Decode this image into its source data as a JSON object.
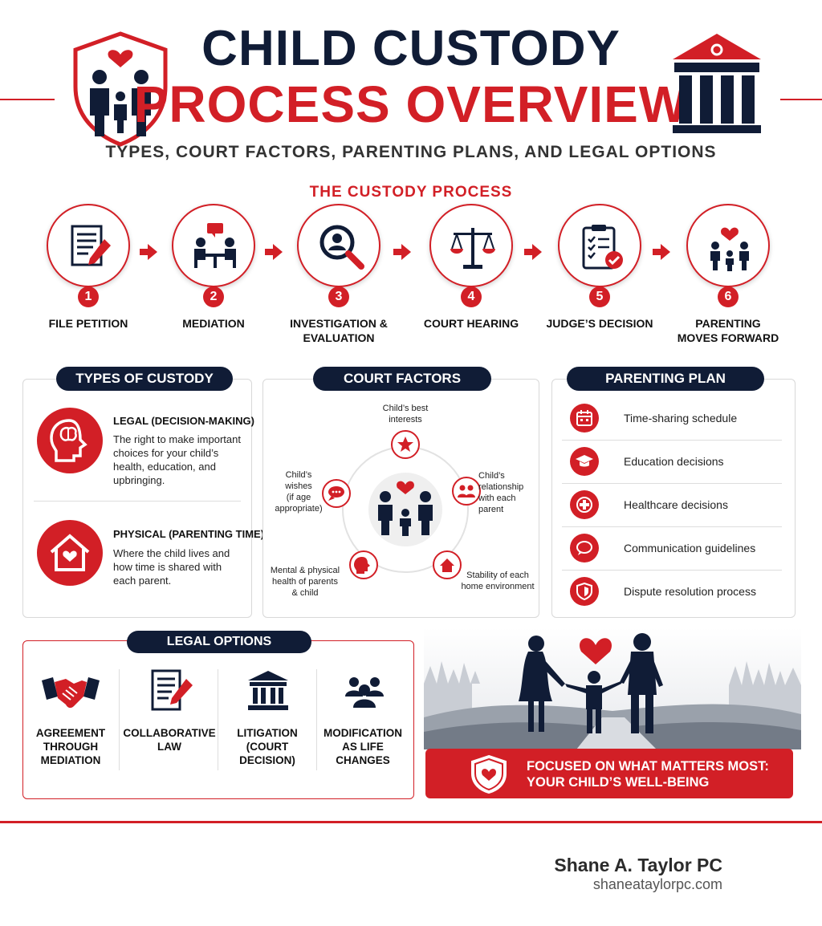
{
  "header": {
    "title_line1": "CHILD CUSTODY",
    "title_line2": "PROCESS OVERVIEW",
    "subtitle": "TYPES, COURT FACTORS, PARENTING PLANS, AND LEGAL OPTIONS",
    "shield_icon": "family-shield-icon",
    "courthouse_icon": "courthouse-icon"
  },
  "process": {
    "title": "THE CUSTODY PROCESS",
    "steps": [
      {
        "number": "1",
        "label_line1": "FILE PETITION",
        "label_line2": "",
        "icon": "document-pen-icon"
      },
      {
        "number": "2",
        "label_line1": "MEDIATION",
        "label_line2": "",
        "icon": "meeting-icon"
      },
      {
        "number": "3",
        "label_line1": "INVESTIGATION &",
        "label_line2": "EVALUATION",
        "icon": "magnifier-person-icon"
      },
      {
        "number": "4",
        "label_line1": "COURT HEARING",
        "label_line2": "",
        "icon": "scales-icon"
      },
      {
        "number": "5",
        "label_line1": "JUDGE’S DECISION",
        "label_line2": "",
        "icon": "clipboard-check-icon"
      },
      {
        "number": "6",
        "label_line1": "PARENTING",
        "label_line2": "MOVES FORWARD",
        "icon": "family-heart-icon"
      }
    ]
  },
  "types_of_custody": {
    "title": "TYPES OF CUSTODY",
    "items": [
      {
        "title": "LEGAL (DECISION-MAKING)",
        "text_lines": [
          "The right to make important",
          "choices for your child’s",
          "health, education, and",
          "upbringing."
        ],
        "icon": "brain-head-icon"
      },
      {
        "title": "PHYSICAL (PARENTING TIME)",
        "text_lines": [
          "Where the child lives and",
          "how time is shared with",
          "each parent."
        ],
        "icon": "house-heart-icon"
      }
    ]
  },
  "court_factors": {
    "title": "COURT FACTORS",
    "factors": [
      {
        "lines": [
          "Child’s best",
          "interests"
        ],
        "icon": "star-icon"
      },
      {
        "lines": [
          "Child’s",
          "relationship",
          "with each",
          "parent"
        ],
        "icon": "people-icon"
      },
      {
        "lines": [
          "Stability of each",
          "home environment"
        ],
        "icon": "home-icon"
      },
      {
        "lines": [
          "Mental & physical",
          "health of parents",
          "& child"
        ],
        "icon": "head-heart-icon"
      },
      {
        "lines": [
          "Child’s",
          "wishes",
          "(if age",
          "appropriate)"
        ],
        "icon": "speech-bubble-icon"
      }
    ]
  },
  "parenting_plan": {
    "title": "PARENTING PLAN ESSENTIALS",
    "items": [
      {
        "label": "Time-sharing schedule",
        "icon": "calendar-icon"
      },
      {
        "label": "Education decisions",
        "icon": "graduation-cap-icon"
      },
      {
        "label": "Healthcare decisions",
        "icon": "medical-cross-icon"
      },
      {
        "label": "Communication guidelines",
        "icon": "chat-bubble-icon"
      },
      {
        "label": "Dispute resolution process",
        "icon": "shield-icon"
      }
    ]
  },
  "legal_options": {
    "title": "LEGAL OPTIONS",
    "options": [
      {
        "lines": [
          "AGREEMENT",
          "THROUGH",
          "MEDIATION"
        ],
        "icon": "handshake-icon"
      },
      {
        "lines": [
          "COLLABORATIVE",
          "LAW"
        ],
        "icon": "document-pen-icon"
      },
      {
        "lines": [
          "LITIGATION",
          "(COURT",
          "DECISION)"
        ],
        "icon": "courthouse-icon"
      },
      {
        "lines": [
          "MODIFICATION",
          "AS LIFE",
          "CHANGES"
        ],
        "icon": "group-icon"
      }
    ]
  },
  "banner": {
    "line1": "FOCUSED ON WHAT MATTERS MOST:",
    "line2": "YOUR CHILD’S WELL-BEING",
    "icon": "shield-heart-icon"
  },
  "footer": {
    "name": "Shane A. Taylor PC",
    "url": "shaneataylorpc.com"
  },
  "colors": {
    "accent_red": "#d21f26",
    "navy": "#101c36",
    "text": "#222222"
  }
}
